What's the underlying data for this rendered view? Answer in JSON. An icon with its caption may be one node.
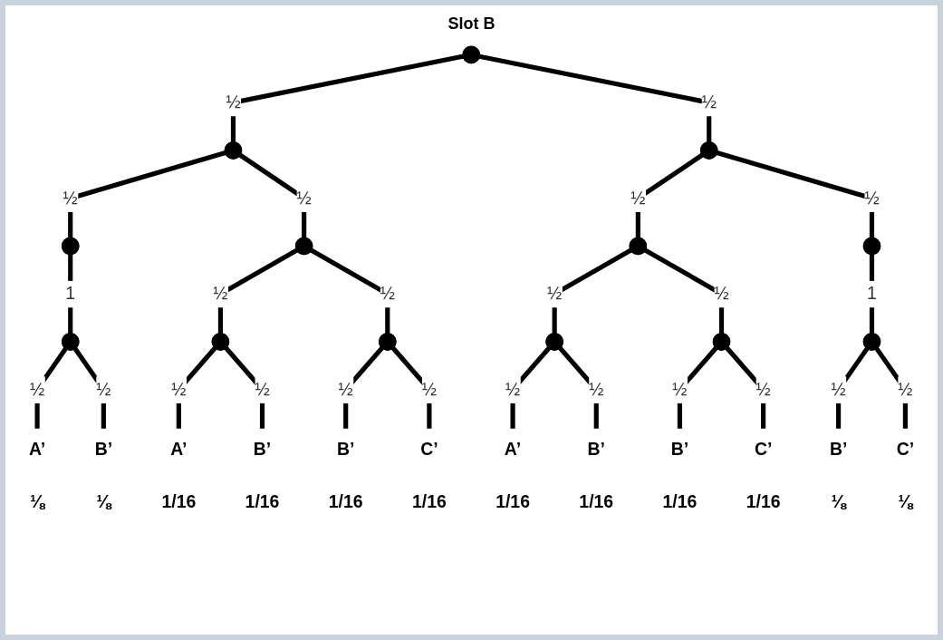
{
  "diagram": {
    "title": "Slot B",
    "nodes": [
      {
        "text": [],
        "shape": "point"
      },
      {
        "text": [],
        "shape": "point"
      },
      {
        "text": [],
        "shape": "point"
      },
      {
        "text": [],
        "shape": "point"
      },
      {
        "text": [],
        "shape": "point"
      },
      {
        "text": [],
        "shape": "point"
      },
      {
        "text": [],
        "shape": "point"
      },
      {
        "text": [],
        "shape": "point"
      },
      {
        "text": [],
        "shape": "point"
      },
      {
        "text": [],
        "shape": "point"
      },
      {
        "text": [],
        "shape": "point"
      },
      {
        "text": [],
        "shape": "point"
      },
      {
        "text": [],
        "shape": "point"
      },
      {
        "text": [
          "A’",
          "⅛"
        ]
      },
      {
        "text": [
          "B’",
          "⅛"
        ]
      },
      {
        "text": [
          "A’",
          "1/16"
        ]
      },
      {
        "text": [
          "B’",
          "1/16"
        ]
      },
      {
        "text": [
          "B’",
          "1/16"
        ]
      },
      {
        "text": [
          "C’",
          "1/16"
        ]
      },
      {
        "text": [
          "A’",
          "1/16"
        ]
      },
      {
        "text": [
          "B’",
          "1/16"
        ]
      },
      {
        "text": [
          "B’",
          "1/16"
        ]
      },
      {
        "text": [
          "C’",
          "1/16"
        ]
      },
      {
        "text": [
          "B’",
          "⅛"
        ]
      },
      {
        "text": [
          "C’",
          "⅛"
        ]
      }
    ],
    "edges": [
      {
        "from": 0,
        "to": 1,
        "arrow": "none",
        "label": "½"
      },
      {
        "from": 0,
        "to": 2,
        "arrow": "none",
        "label": "½"
      },
      {
        "from": 1,
        "to": 3,
        "arrow": "none",
        "label": "½"
      },
      {
        "from": 1,
        "to": 4,
        "arrow": "none",
        "label": "½"
      },
      {
        "from": 2,
        "to": 5,
        "arrow": "none",
        "label": "½"
      },
      {
        "from": 2,
        "to": 6,
        "arrow": "none",
        "label": "½"
      },
      {
        "from": 3,
        "to": 7,
        "arrow": "none",
        "label": "1"
      },
      {
        "from": 4,
        "to": 8,
        "arrow": "none",
        "label": "½"
      },
      {
        "from": 4,
        "to": 9,
        "arrow": "none",
        "label": "½"
      },
      {
        "from": 5,
        "to": 10,
        "arrow": "none",
        "label": "½"
      },
      {
        "from": 5,
        "to": 11,
        "arrow": "none",
        "label": "½"
      },
      {
        "from": 6,
        "to": 12,
        "arrow": "none",
        "label": "1"
      },
      {
        "from": 7,
        "to": 13,
        "arrow": "none",
        "label": "½"
      },
      {
        "from": 7,
        "to": 14,
        "arrow": "none",
        "label": "½"
      },
      {
        "from": 8,
        "to": 15,
        "arrow": "none",
        "label": "½"
      },
      {
        "from": 8,
        "to": 16,
        "arrow": "none",
        "label": "½"
      },
      {
        "from": 9,
        "to": 17,
        "arrow": "none",
        "label": "½"
      },
      {
        "from": 9,
        "to": 18,
        "arrow": "none",
        "label": "½"
      },
      {
        "from": 10,
        "to": 19,
        "arrow": "none",
        "label": "½"
      },
      {
        "from": 10,
        "to": 20,
        "arrow": "none",
        "label": "½"
      },
      {
        "from": 11,
        "to": 21,
        "arrow": "none",
        "label": "½"
      },
      {
        "from": 11,
        "to": 22,
        "arrow": "none",
        "label": "½"
      },
      {
        "from": 12,
        "to": 23,
        "arrow": "none",
        "label": "½"
      },
      {
        "from": 12,
        "to": 24,
        "arrow": "none",
        "label": "½"
      }
    ]
  }
}
